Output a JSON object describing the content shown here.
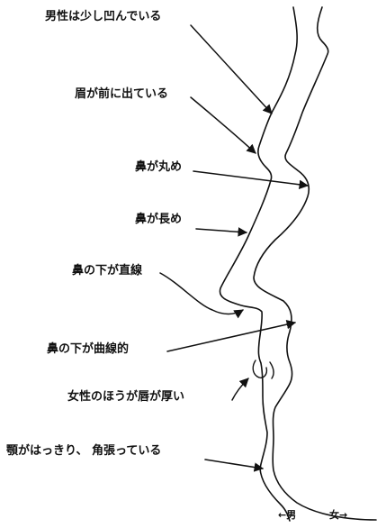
{
  "annotations": [
    {
      "id": "male-slightly-concave",
      "text": "男性は少し凹んでいる"
    },
    {
      "id": "brow-protrudes",
      "text": "眉が前に出ている"
    },
    {
      "id": "nose-rounded",
      "text": "鼻が丸め"
    },
    {
      "id": "nose-longer",
      "text": "鼻が長め"
    },
    {
      "id": "under-nose-straight",
      "text": "鼻の下が直線"
    },
    {
      "id": "under-nose-curved",
      "text": "鼻の下が曲線的"
    },
    {
      "id": "female-thicker-lips",
      "text": "女性のほうが唇が厚い"
    },
    {
      "id": "jaw-defined",
      "text": "顎がはっきり、 角張っている"
    }
  ],
  "legend": {
    "male": "←男",
    "female": "女→"
  },
  "colors": {
    "stroke": "#111111",
    "background": "#ffffff"
  }
}
